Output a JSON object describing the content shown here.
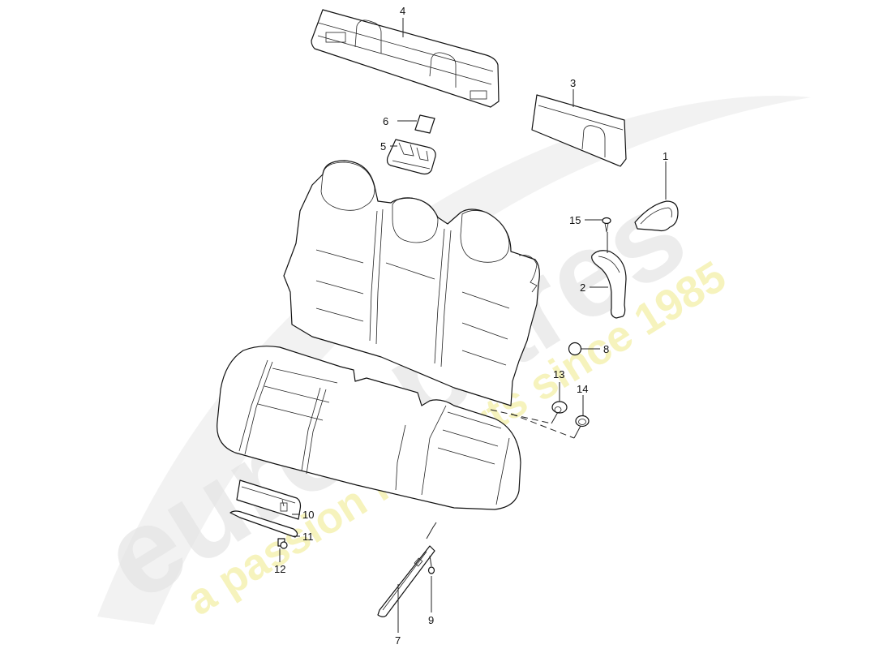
{
  "diagram": {
    "type": "exploded-parts-diagram",
    "subject": "rear seat cover assembly",
    "callouts": [
      {
        "id": "1",
        "label": "1"
      },
      {
        "id": "2",
        "label": "2"
      },
      {
        "id": "3",
        "label": "3"
      },
      {
        "id": "4",
        "label": "4"
      },
      {
        "id": "5",
        "label": "5"
      },
      {
        "id": "6",
        "label": "6"
      },
      {
        "id": "7",
        "label": "7"
      },
      {
        "id": "8",
        "label": "8"
      },
      {
        "id": "9",
        "label": "9"
      },
      {
        "id": "10",
        "label": "10"
      },
      {
        "id": "11",
        "label": "11"
      },
      {
        "id": "12",
        "label": "12"
      },
      {
        "id": "13",
        "label": "13"
      },
      {
        "id": "14",
        "label": "14"
      },
      {
        "id": "15",
        "label": "15"
      }
    ]
  },
  "watermark": {
    "brand": "eurospares",
    "tagline": "a passion for parts since 1985",
    "brand_color": "#e6e6e6",
    "tagline_color": "#f4f1b0"
  }
}
